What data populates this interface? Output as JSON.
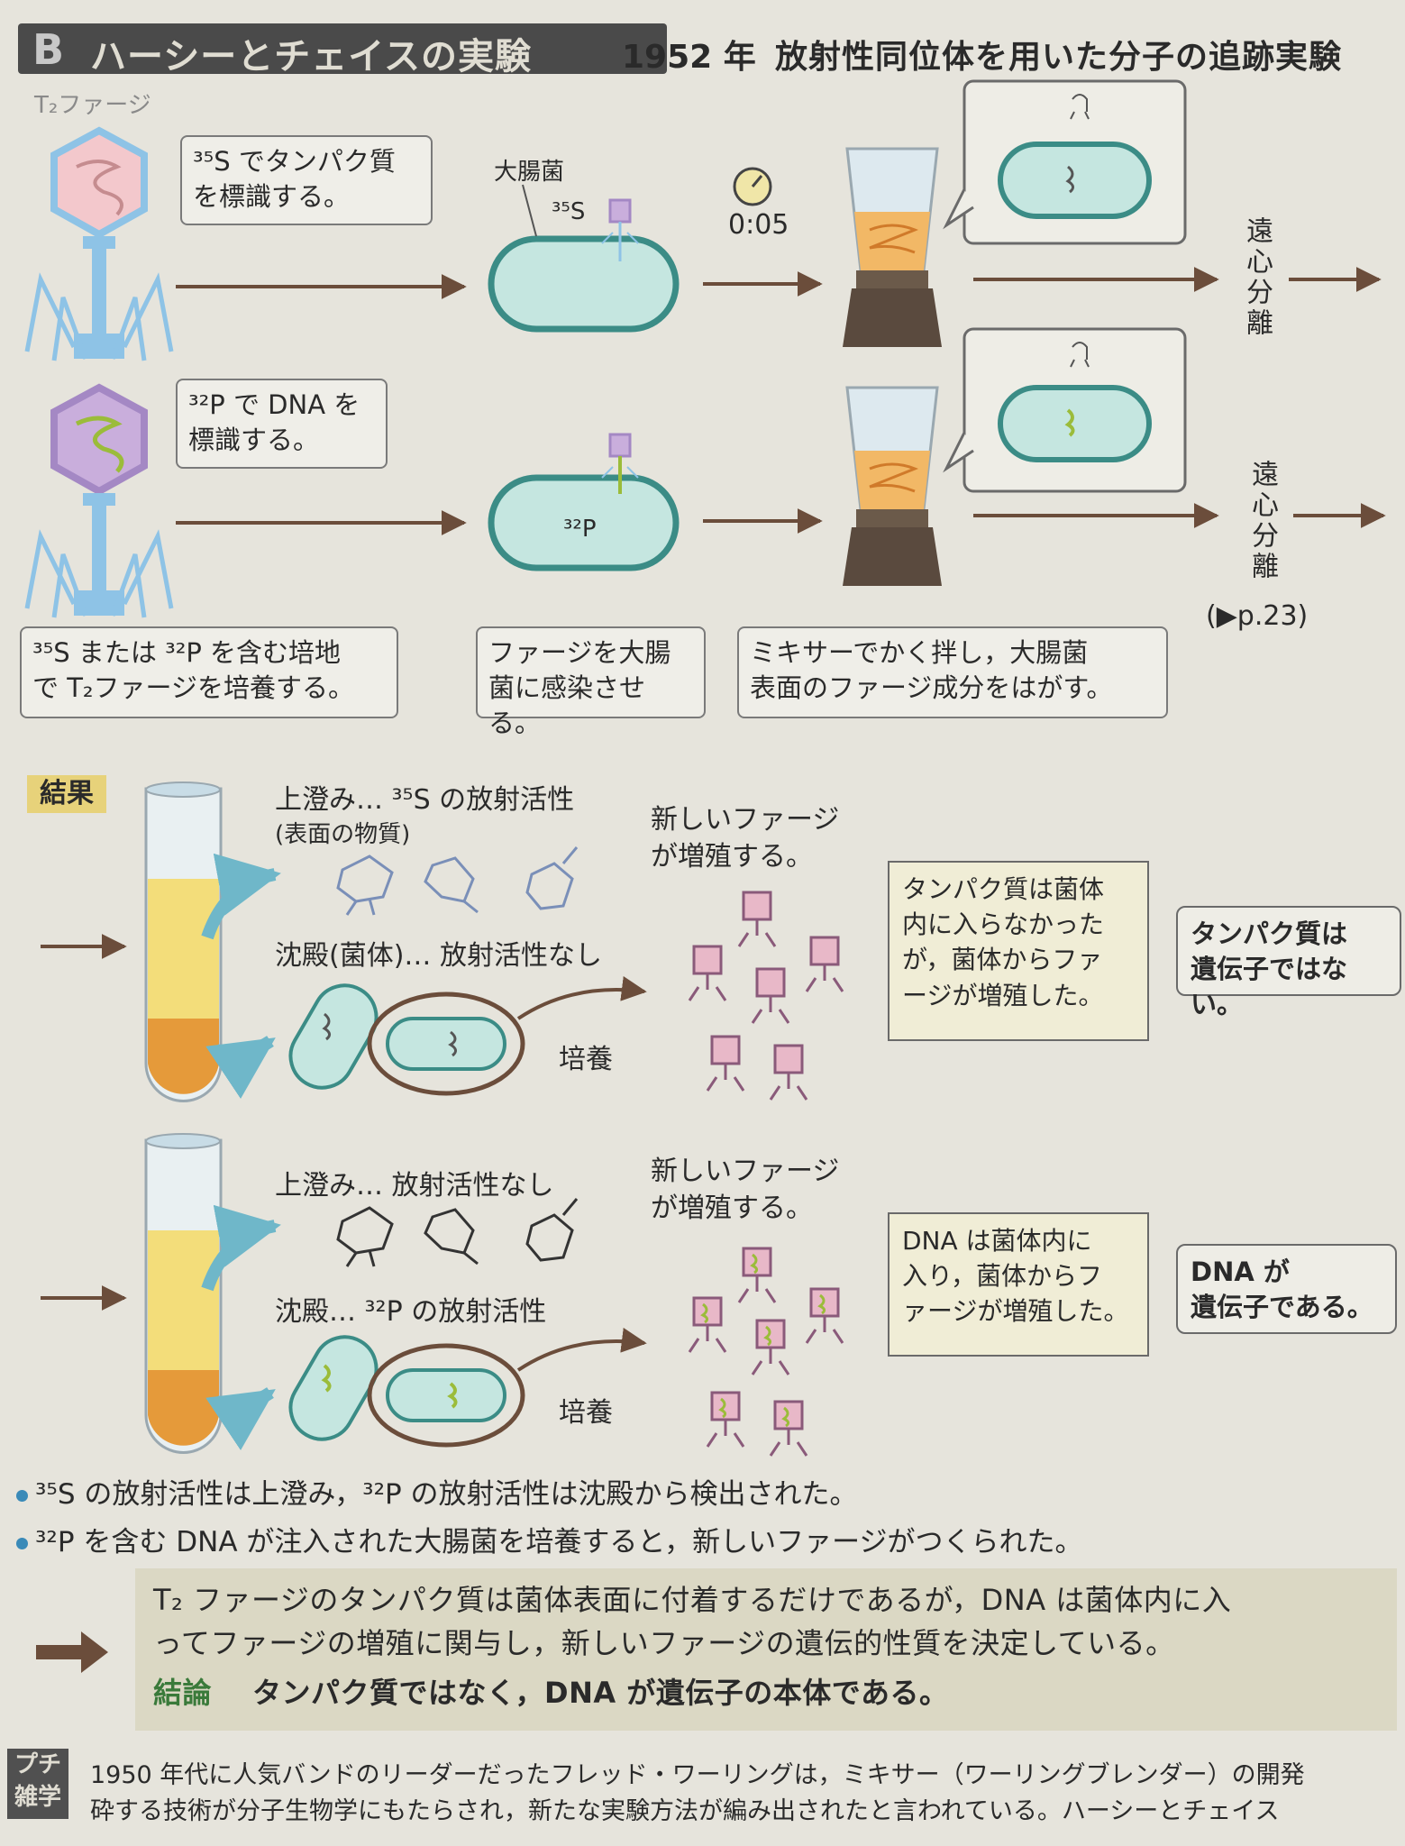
{
  "header": {
    "letter": "B",
    "title": "ハーシーとチェイスの実験",
    "year": "1952 年",
    "subtitle": "放射性同位体を用いた分子の追跡実験"
  },
  "phage_label": "T₂ファージ",
  "top_row": {
    "callout_s": "³⁵S でタンパク質\nを標識する。",
    "ecoli_label": "大腸菌",
    "s35_tag": "³⁵S",
    "timer": "0:05",
    "centrifuge": "遠心分離"
  },
  "bottom_row": {
    "callout_p": "³²P で DNA を\n標識する。",
    "p32_tag": "³²P",
    "centrifuge": "遠心分離",
    "page_ref": "(▶p.23)"
  },
  "steps": [
    "³⁵S または ³²P を含む培地\nで T₂ファージを培養する。",
    "ファージを大腸\n菌に感染させる。",
    "ミキサーでかく拌し，大腸菌\n表面のファージ成分をはがす。"
  ],
  "result_tag": "結果",
  "result1": {
    "supernatant": "上澄み… ³⁵S の放射活性",
    "surface": "(表面の物質)",
    "precipitate": "沈殿(菌体)… 放射活性なし",
    "culture": "培養",
    "new_phage": "新しいファージ\nが増殖する。",
    "note": "タンパク質は菌体\n内に入らなかった\nが，菌体からファ\nージが増殖した。",
    "conclusion": "タンパク質は\n遺伝子ではない。"
  },
  "result2": {
    "supernatant": "上澄み… 放射活性なし",
    "precipitate": "沈殿… ³²P の放射活性",
    "culture": "培養",
    "new_phage": "新しいファージ\nが増殖する。",
    "note": "DNA は菌体内に\n入り，菌体からフ\nァージが増殖した。",
    "conclusion": "DNA が\n遺伝子である。"
  },
  "bullets": [
    "³⁵S の放射活性は上澄み，³²P の放射活性は沈殿から検出された。",
    "³²P を含む DNA が注入された大腸菌を培養すると，新しいファージがつくられた。"
  ],
  "summary": {
    "line1": "T₂ ファージのタンパク質は菌体表面に付着するだけであるが，DNA は菌体内に入",
    "line2": "ってファージの増殖に関与し，新しいファージの遺伝的性質を決定している。",
    "conclusion_label": "結論",
    "conclusion_text": "タンパク質ではなく，DNA が遺伝子の本体である。"
  },
  "footer": {
    "tag": "プチ雑学",
    "line1": "1950 年代に人気バンドのリーダーだったフレッド・ワーリングは，ミキサー（ワーリングブレンダー）の開発",
    "line2": "砕する技術が分子生物学にもたらされ，新たな実験方法が編み出されたと言われている。ハーシーとチェイス"
  },
  "colors": {
    "ecoli_fill": "#c5e6e0",
    "ecoli_stroke": "#3b8c86",
    "protein_coat": "#f3c8cc",
    "dna_green": "#9bbc3a",
    "phage_blue": "#8ec3e6",
    "arrow": "#6b4d3b",
    "liquid_yellow": "#f3dd7a",
    "pellet_orange": "#e59a3a"
  }
}
